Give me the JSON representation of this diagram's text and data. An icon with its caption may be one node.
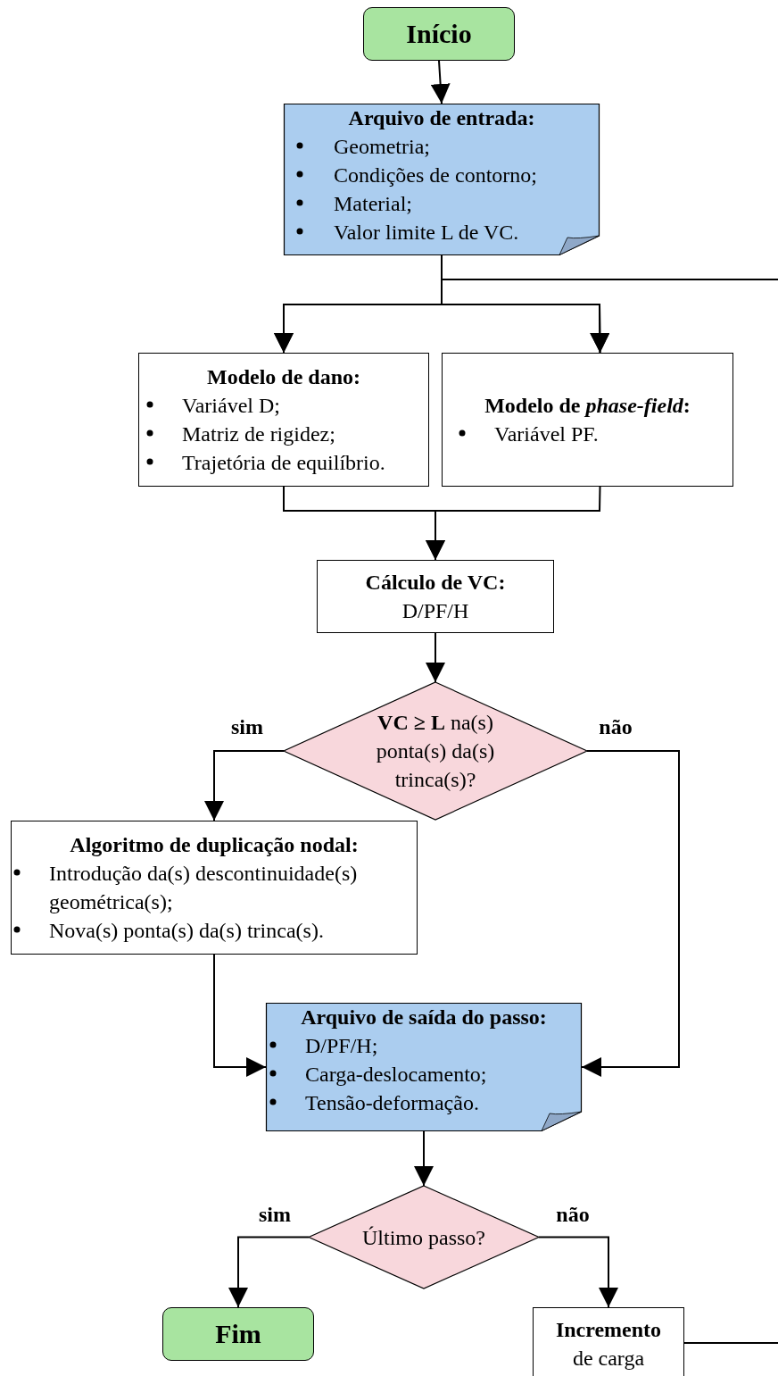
{
  "diagram": {
    "nodes": [
      {
        "text": [
          "Início"
        ]
      },
      {
        "text": [
          "Arquivo de entrada:",
          "Geometria;",
          "Condições de contorno;",
          "Material;",
          "Valor limite L de VC."
        ]
      },
      {
        "text": [
          "Modelo de dano:",
          "Variável D;",
          "Matriz de rigidez;",
          "Trajetória de equilíbrio."
        ]
      },
      {
        "text": [
          "Modelo de *phase-field*:",
          "Variável PF."
        ]
      },
      {
        "text": [
          "Cálculo de VC:",
          "D/PF/H"
        ]
      },
      {
        "text": [
          "**VC ≥ L** na(s) ponta(s) da(s) trinca(s)?"
        ]
      },
      {
        "text": [
          "Algoritmo de duplicação nodal:",
          "Introdução da(s) descontinuidade(s) geométrica(s);",
          "Nova(s) ponta(s) da(s) trinca(s)."
        ]
      },
      {
        "text": [
          "Arquivo de saída do passo:",
          "D/PF/H;",
          "Carga-deslocamento;",
          "Tensão-deformação."
        ]
      },
      {
        "text": [
          "Último passo?"
        ]
      },
      {
        "text": [
          "Fim"
        ]
      },
      {
        "text": [
          "Incremento",
          "de carga"
        ]
      }
    ],
    "edges": [
      {
        "from": 0,
        "to": 1,
        "arrow": "to"
      },
      {
        "from": 1,
        "to": 2,
        "arrow": "to"
      },
      {
        "from": 1,
        "to": 3,
        "arrow": "to"
      },
      {
        "from": 2,
        "to": 4,
        "arrow": "to"
      },
      {
        "from": 3,
        "to": 4,
        "arrow": "to"
      },
      {
        "from": 4,
        "to": 5,
        "arrow": "to"
      },
      {
        "from": 5,
        "to": 6,
        "arrow": "to",
        "label": "sim"
      },
      {
        "from": 5,
        "to": 7,
        "arrow": "to",
        "label": "não"
      },
      {
        "from": 6,
        "to": 7,
        "arrow": "to"
      },
      {
        "from": 7,
        "to": 8,
        "arrow": "to"
      },
      {
        "from": 8,
        "to": 9,
        "arrow": "to",
        "label": "sim"
      },
      {
        "from": 8,
        "to": 10,
        "arrow": "to",
        "label": "não"
      },
      {
        "from": 10,
        "to": 2,
        "arrow": "to"
      },
      {
        "from": 10,
        "to": 3,
        "arrow": "to"
      }
    ]
  }
}
